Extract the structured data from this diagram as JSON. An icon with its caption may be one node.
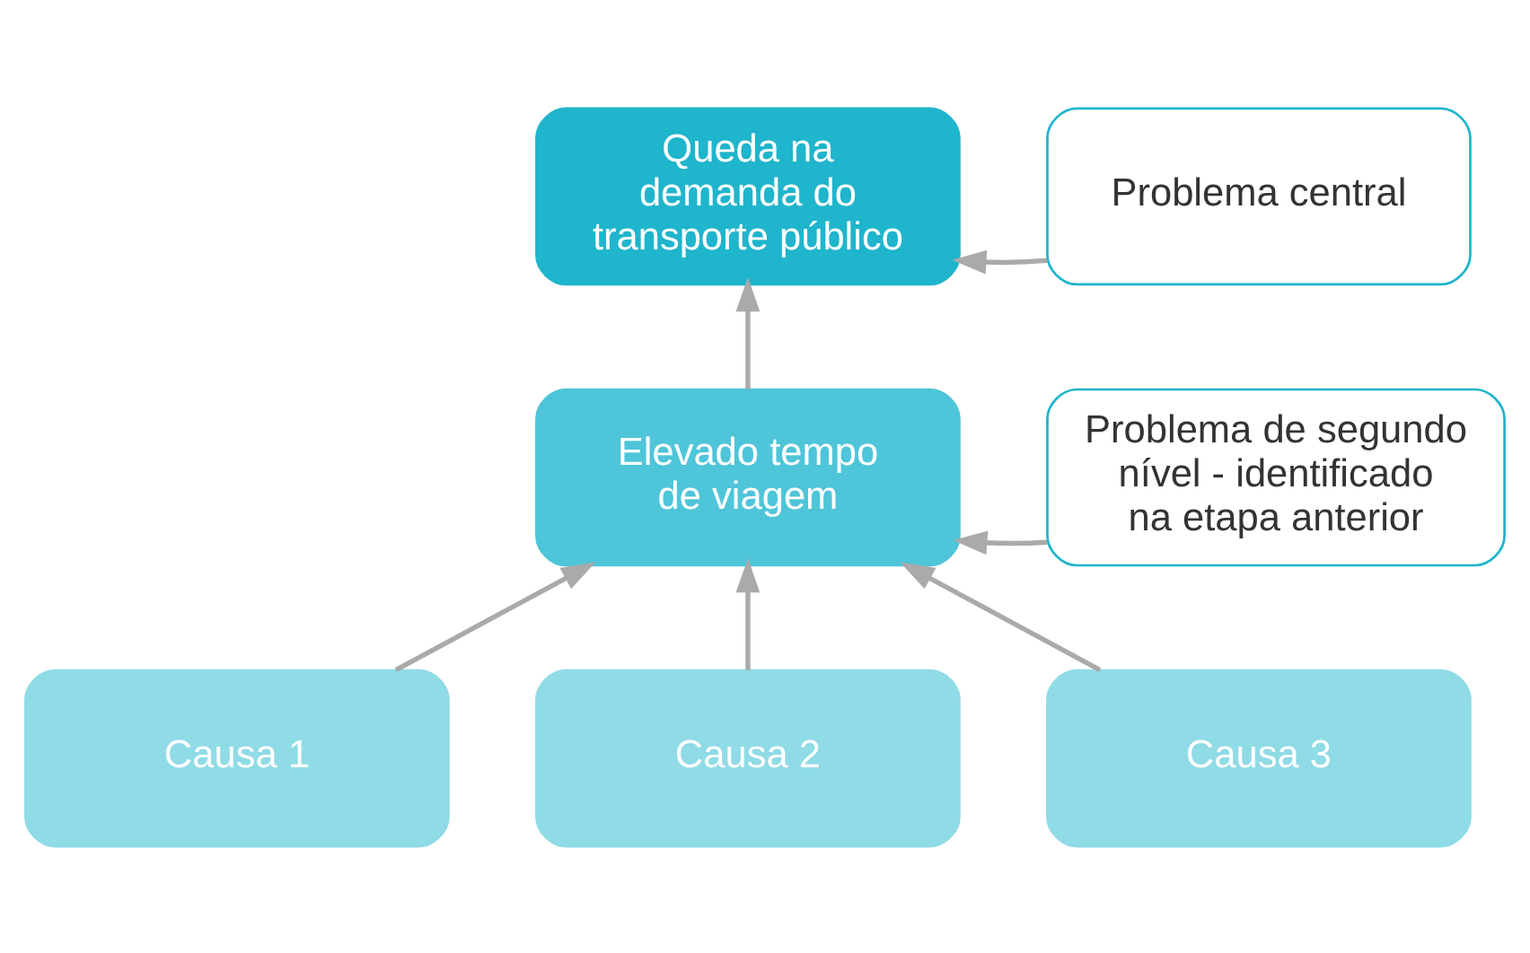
{
  "diagram": {
    "nodes": [
      {
        "text": [
          "Queda na demanda do transporte público"
        ]
      },
      {
        "text": [
          "Problema central"
        ]
      },
      {
        "text": [
          "Elevado tempo de viagem"
        ]
      },
      {
        "text": [
          "Problema de segundo nível - identificado na etapa anterior"
        ]
      },
      {
        "text": [
          "Causa 1"
        ]
      },
      {
        "text": [
          "Causa 2"
        ]
      },
      {
        "text": [
          "Causa 3"
        ]
      }
    ],
    "edges": [
      {
        "from": 1,
        "to": 0,
        "arrow": "to"
      },
      {
        "from": 2,
        "to": 0,
        "arrow": "to"
      },
      {
        "from": 3,
        "to": 2,
        "arrow": "to"
      },
      {
        "from": 4,
        "to": 2,
        "arrow": "to"
      },
      {
        "from": 5,
        "to": 2,
        "arrow": "to"
      },
      {
        "from": 6,
        "to": 2,
        "arrow": "to"
      }
    ]
  }
}
